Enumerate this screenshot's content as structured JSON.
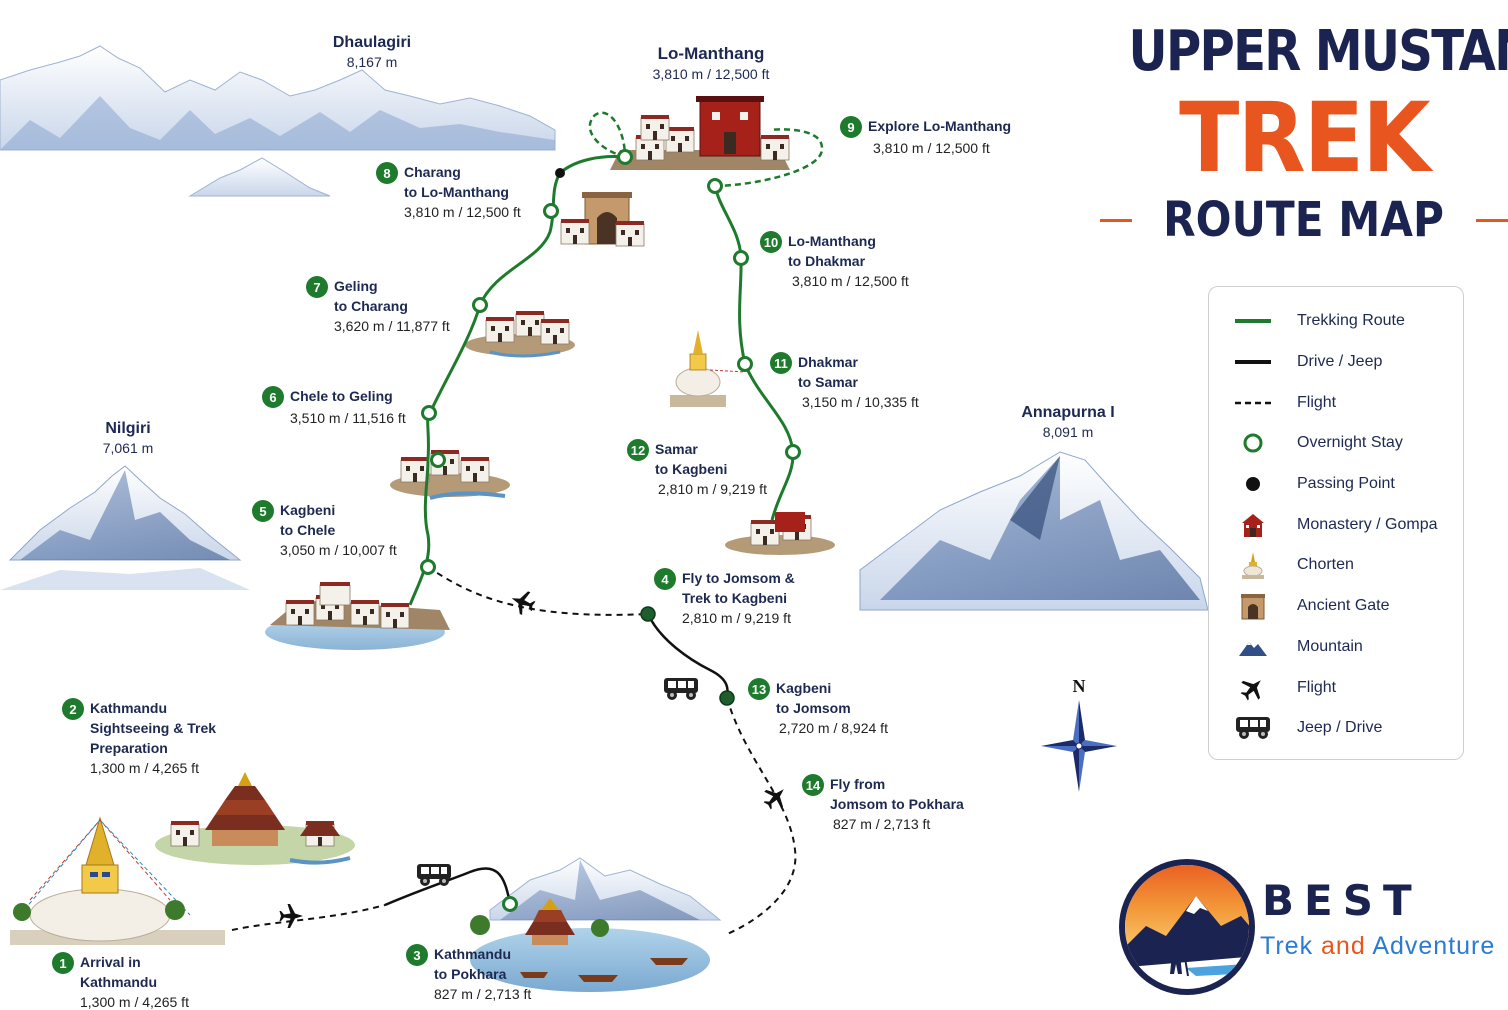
{
  "title": {
    "line1": "UPPER MUSTANG",
    "line2": "TREK",
    "line3": "ROUTE MAP"
  },
  "colors": {
    "trek_green": "#1e7a2c",
    "navy": "#1b2450",
    "orange": "#e8551e",
    "mountain_blue": "#4a6fa5"
  },
  "peaks": [
    {
      "id": "dhaulagiri",
      "name": "Dhaulagiri",
      "altitude": "8,167 m"
    },
    {
      "id": "nilgiri",
      "name": "Nilgiri",
      "altitude": "7,061 m"
    },
    {
      "id": "annapurna",
      "name": "Annapurna I",
      "altitude": "8,091 m"
    }
  ],
  "top_label": {
    "name": "Lo-Manthang",
    "altitude": "3,810 m / 12,500 ft"
  },
  "stops": [
    {
      "num": "1",
      "name_lines": [
        "Arrival in",
        "Kathmandu"
      ],
      "altitude": "1,300 m / 4,265 ft"
    },
    {
      "num": "2",
      "name_lines": [
        "Kathmandu",
        "Sightseeing & Trek",
        "Preparation"
      ],
      "altitude": "1,300 m / 4,265 ft"
    },
    {
      "num": "3",
      "name_lines": [
        "Kathmandu",
        "to Pokhara"
      ],
      "altitude": "827 m / 2,713 ft"
    },
    {
      "num": "4",
      "name_lines": [
        "Fly to Jomsom &",
        "Trek to Kagbeni"
      ],
      "altitude": "2,810 m / 9,219 ft"
    },
    {
      "num": "5",
      "name_lines": [
        "Kagbeni",
        "to Chele"
      ],
      "altitude": "3,050 m / 10,007 ft"
    },
    {
      "num": "6",
      "name_lines": [
        "Chele to Geling"
      ],
      "altitude": "3,510 m / 11,516 ft"
    },
    {
      "num": "7",
      "name_lines": [
        "Geling",
        "to Charang"
      ],
      "altitude": "3,620 m / 11,877 ft"
    },
    {
      "num": "8",
      "name_lines": [
        "Charang",
        "to Lo-Manthang"
      ],
      "altitude": "3,810 m / 12,500 ft"
    },
    {
      "num": "9",
      "name_lines": [
        "Explore Lo-Manthang"
      ],
      "altitude": "3,810 m / 12,500 ft"
    },
    {
      "num": "10",
      "name_lines": [
        "Lo-Manthang",
        "to Dhakmar"
      ],
      "altitude": "3,810 m / 12,500 ft"
    },
    {
      "num": "11",
      "name_lines": [
        "Dhakmar",
        "to Samar"
      ],
      "altitude": "3,150 m / 10,335 ft"
    },
    {
      "num": "12",
      "name_lines": [
        "Samar",
        "to Kagbeni"
      ],
      "altitude": "2,810 m / 9,219 ft"
    },
    {
      "num": "13",
      "name_lines": [
        "Kagbeni",
        "to Jomsom"
      ],
      "altitude": "2,720 m / 8,924 ft"
    },
    {
      "num": "14",
      "name_lines": [
        "Fly from",
        "Jomsom to Pokhara"
      ],
      "altitude": "827 m / 2,713 ft"
    }
  ],
  "legend": [
    {
      "symbol": "trek-line",
      "label": "Trekking Route"
    },
    {
      "symbol": "drive-line",
      "label": "Drive / Jeep"
    },
    {
      "symbol": "flight-line",
      "label": "Flight"
    },
    {
      "symbol": "overnight-circle",
      "label": "Overnight Stay"
    },
    {
      "symbol": "passing-dot",
      "label": "Passing Point"
    },
    {
      "symbol": "monastery-icon",
      "label": "Monastery / Gompa"
    },
    {
      "symbol": "chorten-icon",
      "label": "Chorten"
    },
    {
      "symbol": "gate-icon",
      "label": "Ancient Gate"
    },
    {
      "symbol": "mountain-icon",
      "label": "Mountain"
    },
    {
      "symbol": "plane-icon",
      "label": "Flight"
    },
    {
      "symbol": "jeep-icon",
      "label": "Jeep / Drive"
    }
  ],
  "compass": {
    "north": "N"
  },
  "logo": {
    "brand": "BEST",
    "sub_part1": "Trek ",
    "sub_part2": "and",
    "sub_part3": " Adventure"
  }
}
